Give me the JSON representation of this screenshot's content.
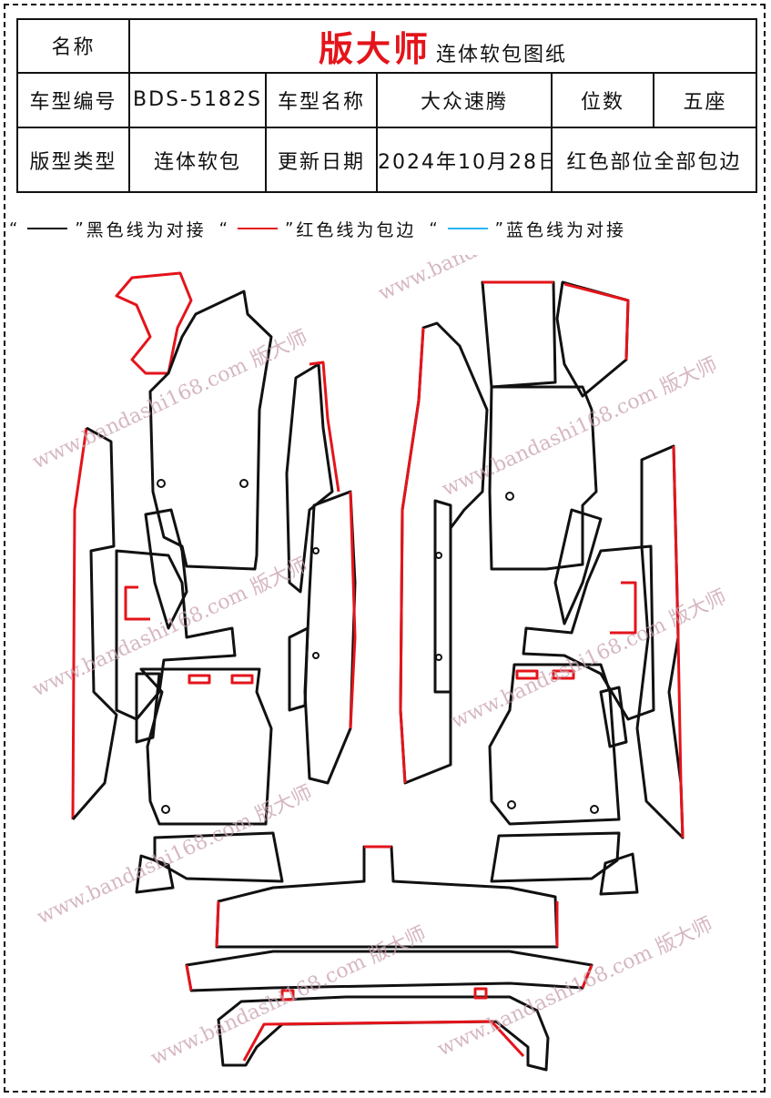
{
  "table": {
    "name_label": "名称",
    "brand": "版大师",
    "brand_suffix": "连体软包图纸",
    "model_code_label": "车型编号",
    "model_code": "BDS-5182S",
    "model_name_label": "车型名称",
    "model_name": "大众速腾",
    "seats_label": "位数",
    "seats": "五座",
    "type_label": "版型类型",
    "type_value": "连体软包",
    "update_label": "更新日期",
    "update_date": "2024年10月28日",
    "edge_note": "红色部位全部包边"
  },
  "legend": {
    "quote_open": "“",
    "quote_close": "”",
    "black_text": "黑色线为对接",
    "red_text": "红色线为包边",
    "blue_text": "蓝色线为对接",
    "colors": {
      "black": "#111111",
      "red": "#e4141b",
      "blue": "#29b6f6"
    }
  },
  "watermark": {
    "text": "www.bandashi168.com 版大师"
  }
}
